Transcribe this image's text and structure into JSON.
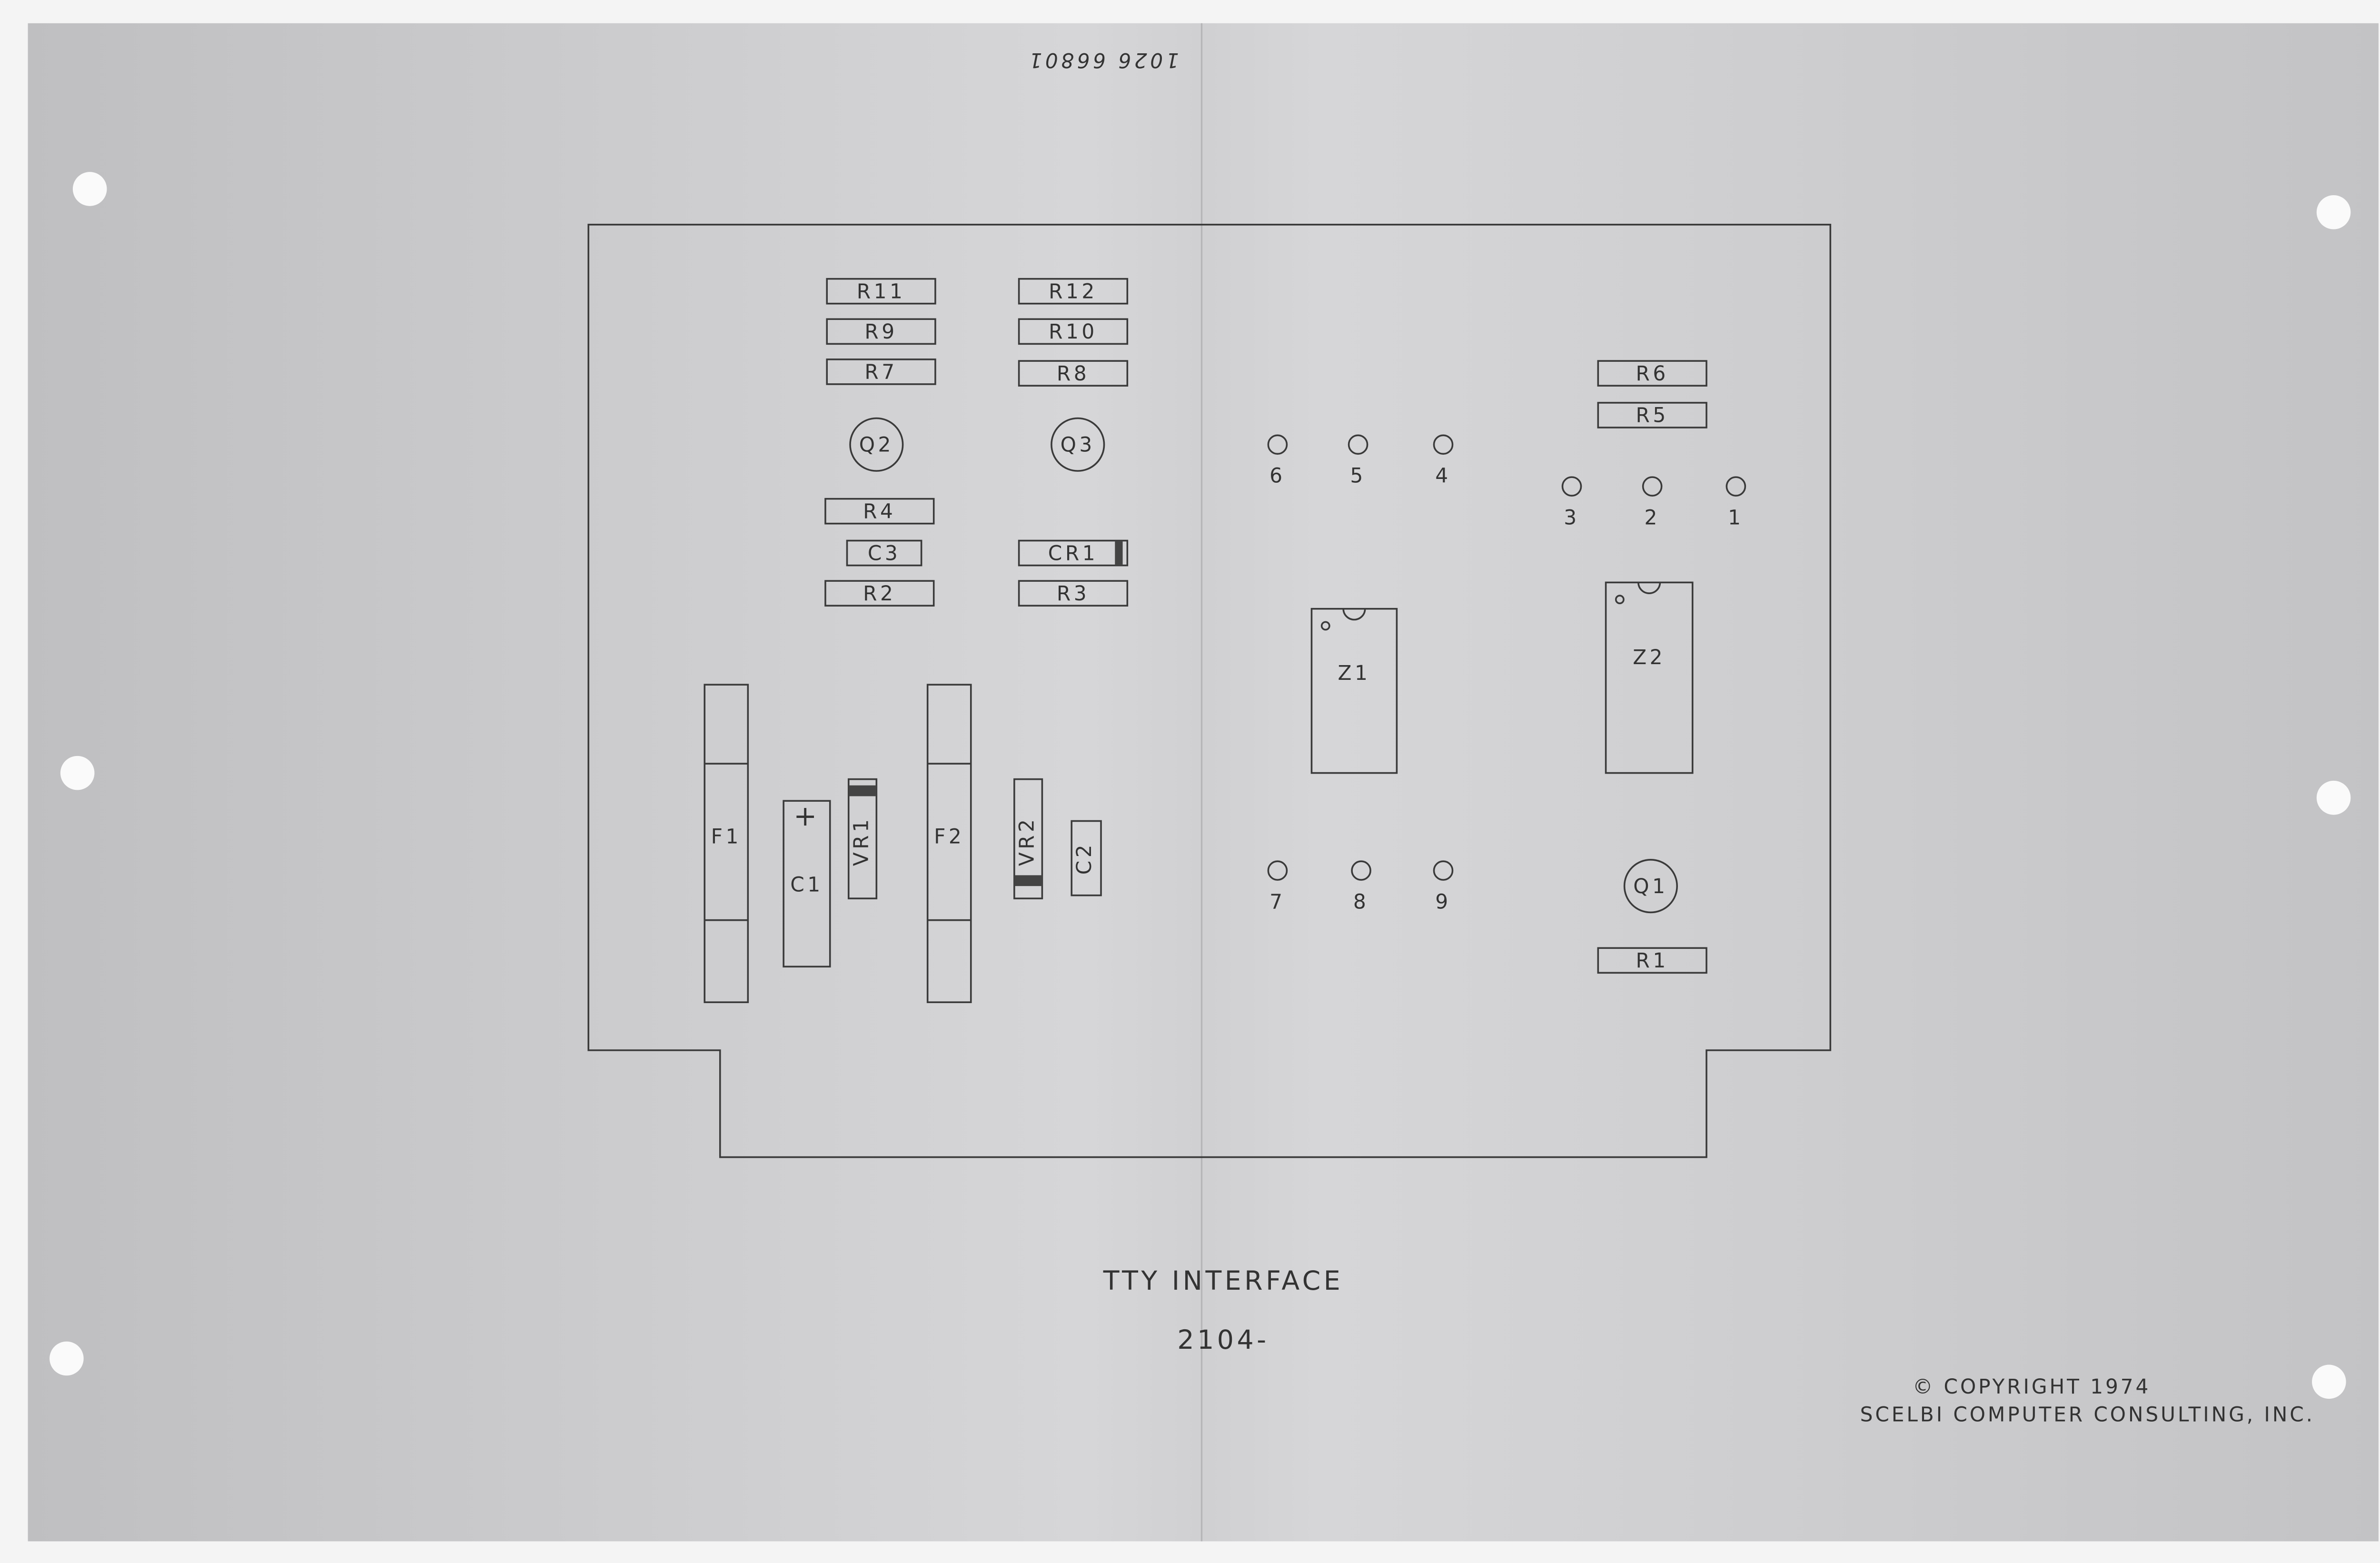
{
  "handwritten_note": "1026 66801",
  "title": "TTY INTERFACE",
  "part_number": "2104-",
  "copyright": {
    "line1": "© COPYRIGHT  1974",
    "line2": "SCELBI COMPUTER CONSULTING, INC."
  },
  "resistors": [
    {
      "id": "R11",
      "label": "R11"
    },
    {
      "id": "R12",
      "label": "R12"
    },
    {
      "id": "R9",
      "label": "R9"
    },
    {
      "id": "R10",
      "label": "R10"
    },
    {
      "id": "R7",
      "label": "R7"
    },
    {
      "id": "R8",
      "label": "R8"
    },
    {
      "id": "R6",
      "label": "R6"
    },
    {
      "id": "R5",
      "label": "R5"
    },
    {
      "id": "R4",
      "label": "R4"
    },
    {
      "id": "C3",
      "label": "C3"
    },
    {
      "id": "CR1",
      "label": "CR1"
    },
    {
      "id": "R2",
      "label": "R2"
    },
    {
      "id": "R3",
      "label": "R3"
    },
    {
      "id": "R1",
      "label": "R1"
    }
  ],
  "transistors": [
    {
      "label": "Q2"
    },
    {
      "label": "Q3"
    },
    {
      "label": "Q1"
    }
  ],
  "terminals": [
    "6",
    "5",
    "4",
    "3",
    "2",
    "1",
    "7",
    "8",
    "9"
  ],
  "ics": [
    {
      "label": "Z1"
    },
    {
      "label": "Z2"
    }
  ],
  "fuses": [
    {
      "label": "F1"
    },
    {
      "label": "F2"
    }
  ],
  "capacitors": [
    {
      "label": "C1",
      "polarity": "+"
    },
    {
      "label": "C2"
    }
  ],
  "varistors": [
    {
      "label": "VR1"
    },
    {
      "label": "VR2"
    }
  ]
}
